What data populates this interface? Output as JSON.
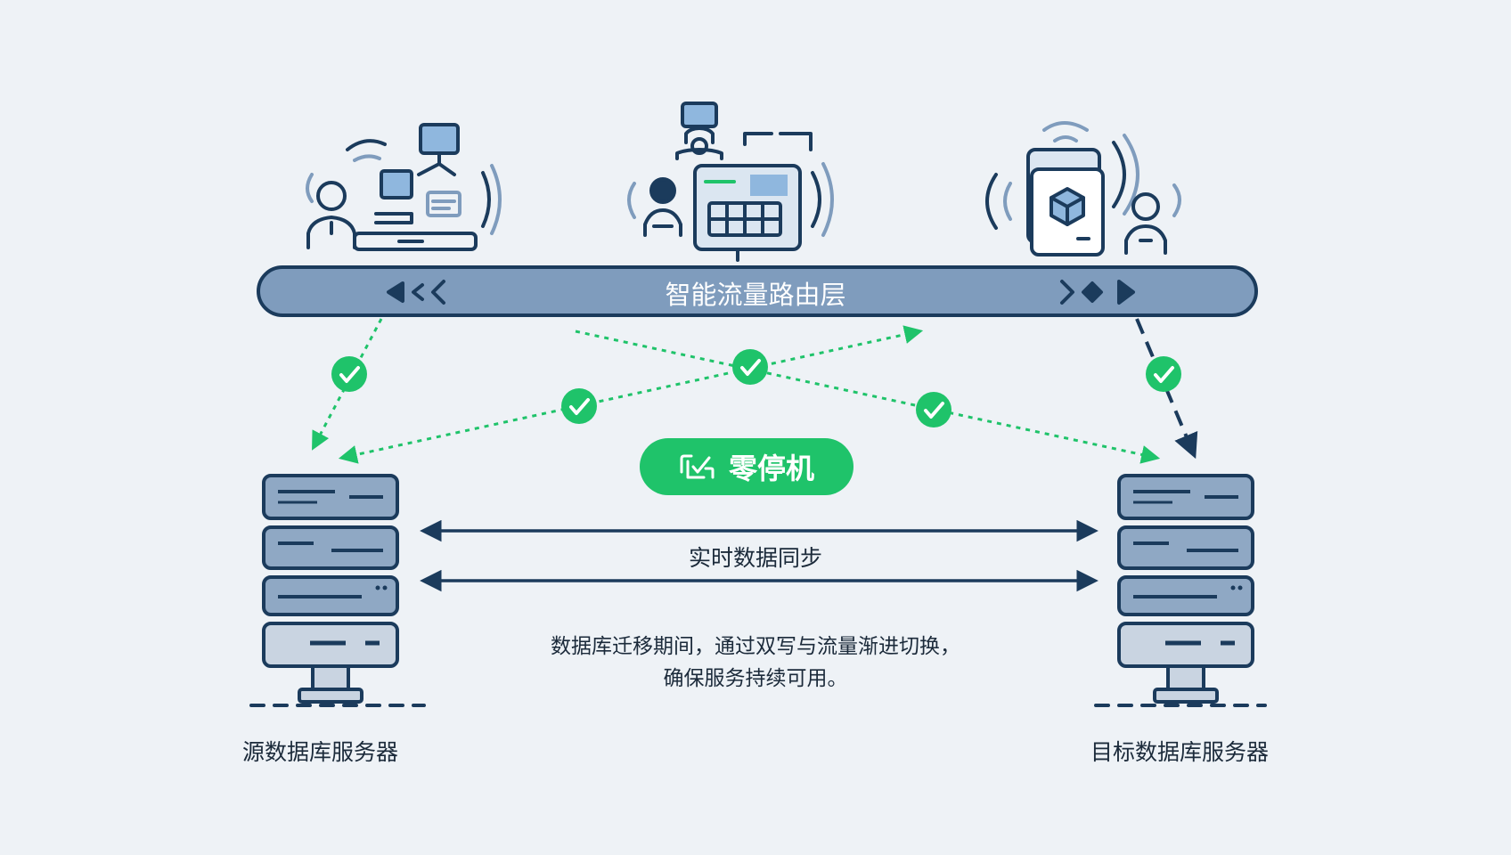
{
  "router": {
    "label": "智能流量路由层"
  },
  "badge": {
    "label": "零停机",
    "color": "#1fc36a"
  },
  "sync": {
    "label": "实时数据同步"
  },
  "description": {
    "line1": "数据库迁移期间，通过双写与流量渐进切换，",
    "line2": "确保服务持续可用。"
  },
  "servers": {
    "source": {
      "label": "源数据库服务器"
    },
    "target": {
      "label": "目标数据库服务器"
    }
  },
  "colors": {
    "navy": "#1b3b5c",
    "steel": "#7f9cbd",
    "green": "#1fc36a",
    "background": "#eef2f6"
  },
  "icons": [
    "user-laptop-icon",
    "user-dashboard-icon",
    "user-tablet-icon",
    "check-icon",
    "server-icon"
  ]
}
